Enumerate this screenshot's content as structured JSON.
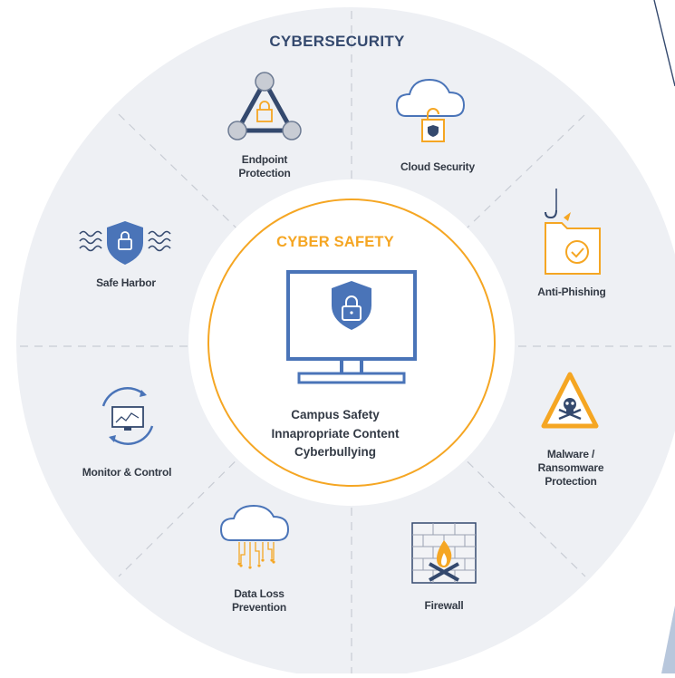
{
  "title": "CYBERSECURITY",
  "center": {
    "title": "CYBER SAFETY",
    "lines": [
      "Campus Safety",
      "Innapropriate Content",
      "Cyberbullying"
    ]
  },
  "segments": [
    {
      "id": "endpoint",
      "lines": [
        "Endpoint",
        "Protection"
      ],
      "icon": "triangle-network-lock-icon"
    },
    {
      "id": "cloud",
      "lines": [
        "Cloud Security"
      ],
      "icon": "cloud-lock-icon"
    },
    {
      "id": "anti-phishing",
      "lines": [
        "Anti-Phishing"
      ],
      "icon": "folder-hook-icon"
    },
    {
      "id": "malware",
      "lines": [
        "Malware /",
        "Ransomware",
        "Protection"
      ],
      "icon": "warning-skull-icon"
    },
    {
      "id": "firewall",
      "lines": [
        "Firewall"
      ],
      "icon": "brick-wall-fire-icon"
    },
    {
      "id": "dlp",
      "lines": [
        "Data Loss",
        "Prevention"
      ],
      "icon": "cloud-circuit-icon"
    },
    {
      "id": "monitor",
      "lines": [
        "Monitor & Control"
      ],
      "icon": "monitor-refresh-icon"
    },
    {
      "id": "safe-harbor",
      "lines": [
        "Safe Harbor"
      ],
      "icon": "shield-waves-icon"
    }
  ],
  "colors": {
    "ring": "#eef0f4",
    "navy": "#34496e",
    "blue": "#4a74b8",
    "orange": "#f5a623",
    "text": "#333a45"
  }
}
